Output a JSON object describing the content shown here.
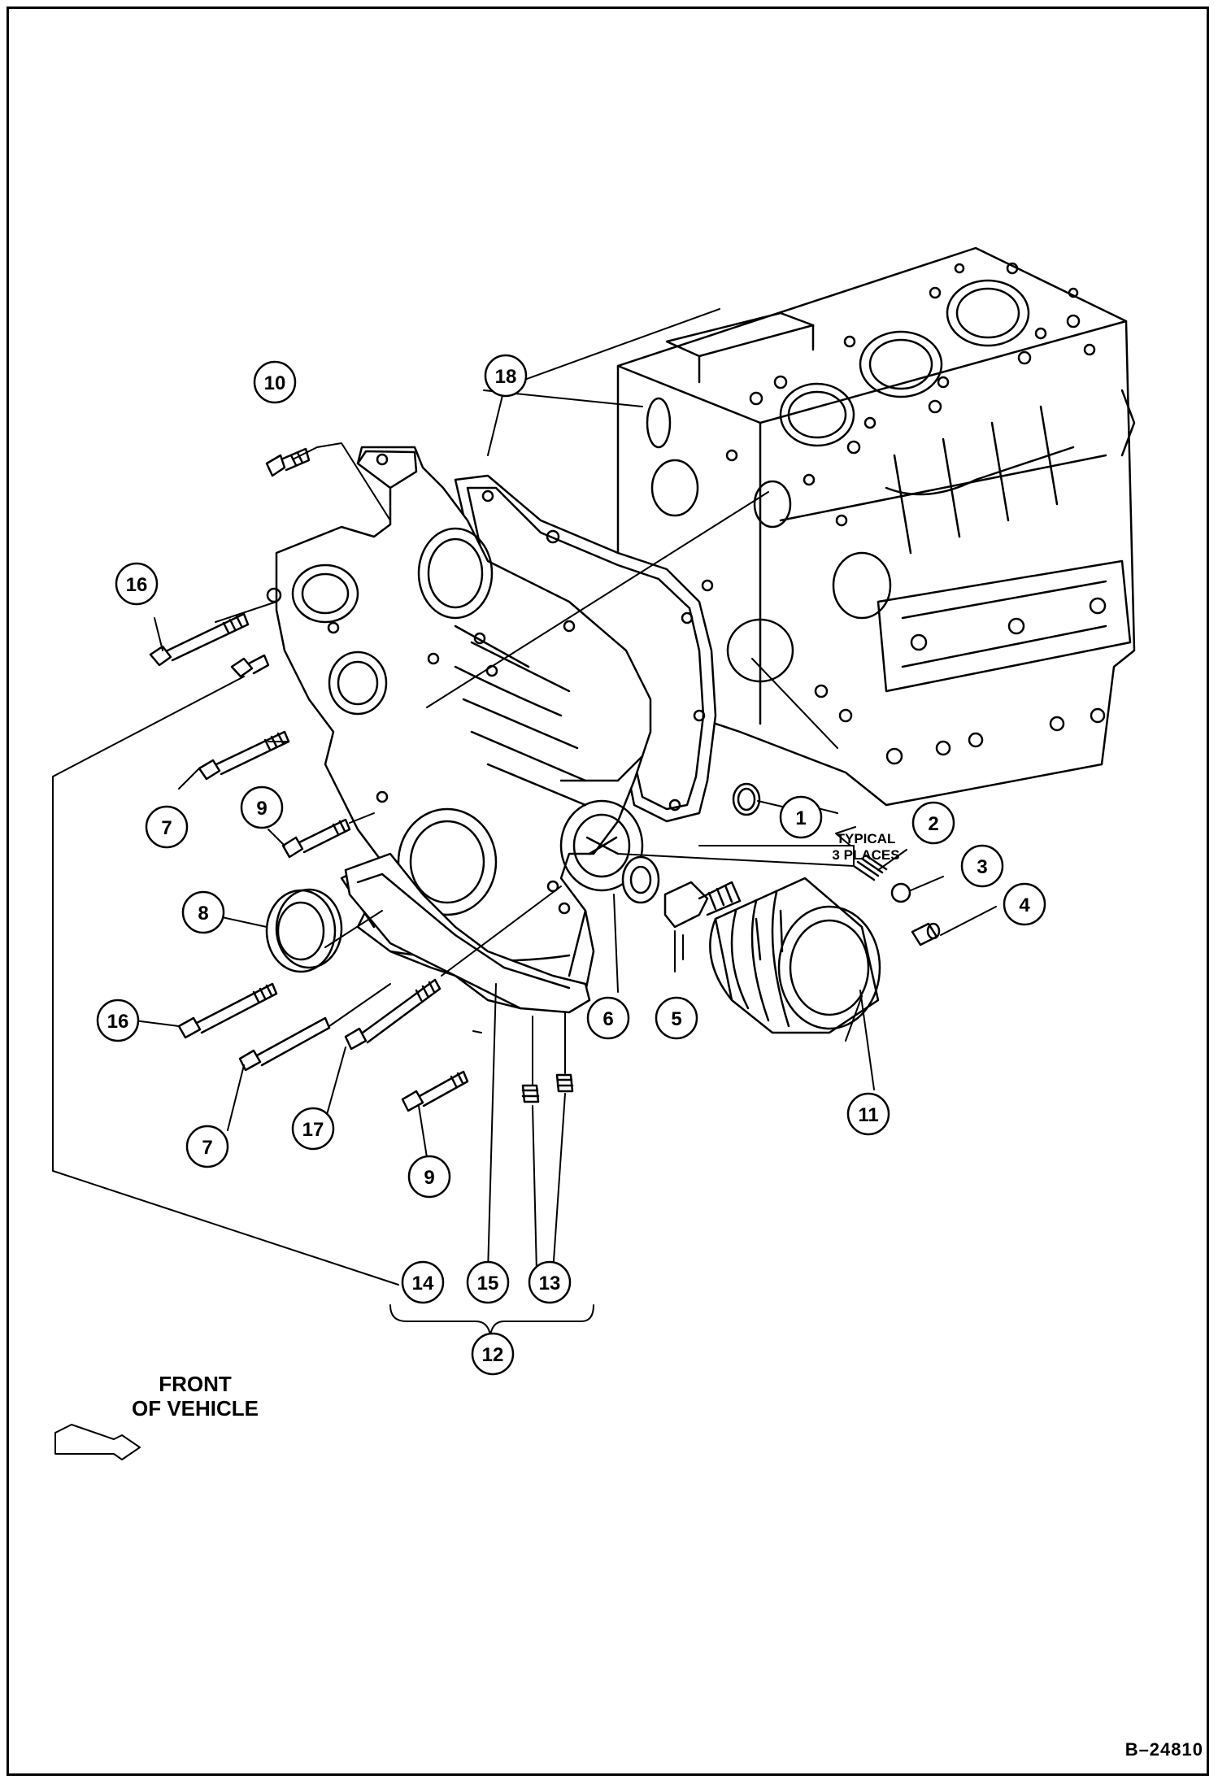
{
  "figure_id": "B–24810",
  "notes": {
    "typical": [
      "TYPICAL",
      "3 PLACES"
    ],
    "front": [
      "FRONT",
      "OF VEHICLE"
    ]
  },
  "callouts": [
    "1",
    "2",
    "3",
    "4",
    "5",
    "6",
    "7",
    "8",
    "9",
    "10",
    "11",
    "12",
    "13",
    "14",
    "15",
    "16",
    "17",
    "18"
  ],
  "colors": {
    "line": "#000000",
    "background": "#ffffff"
  }
}
